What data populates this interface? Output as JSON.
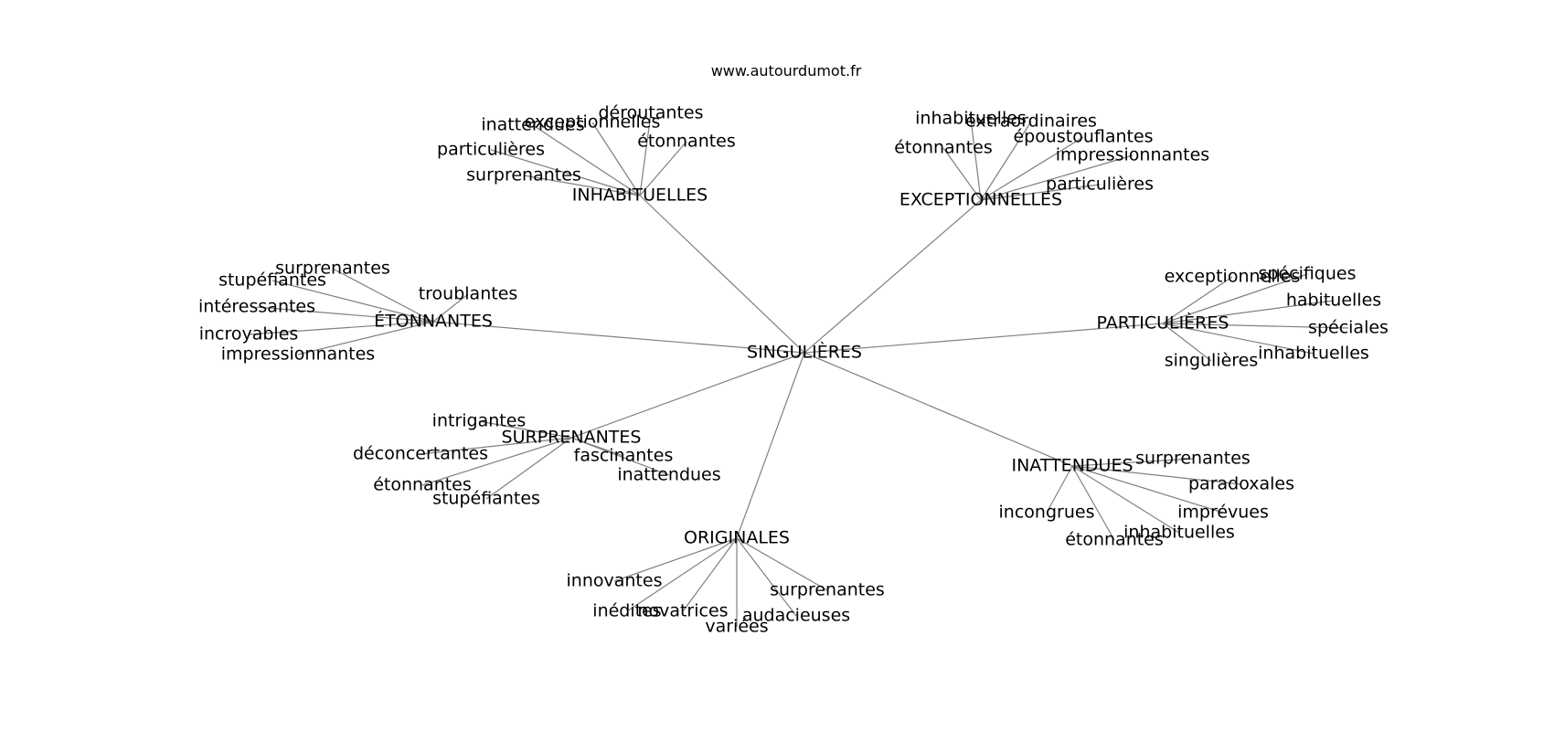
{
  "site": "www.autourdumot.fr",
  "graph": {
    "root": "SINGULIÈRES",
    "groups": [
      {
        "label": "INHABITUELLES",
        "words": [
          "surprenantes",
          "particulières",
          "inattendues",
          "exceptionnelles",
          "déroutantes",
          "étonnantes"
        ]
      },
      {
        "label": "EXCEPTIONNELLES",
        "words": [
          "étonnantes",
          "inhabituelles",
          "extraordinaires",
          "époustouflantes",
          "impressionnantes",
          "particulières"
        ]
      },
      {
        "label": "ÉTONNANTES",
        "words": [
          "surprenantes",
          "stupéfiantes",
          "intéressantes",
          "incroyables",
          "impressionnantes",
          "troublantes"
        ]
      },
      {
        "label": "PARTICULIÈRES",
        "words": [
          "exceptionnelles",
          "spécifiques",
          "habituelles",
          "spéciales",
          "inhabituelles",
          "singulières"
        ]
      },
      {
        "label": "SURPRENANTES",
        "words": [
          "intrigantes",
          "déconcertantes",
          "étonnantes",
          "stupéfiantes",
          "fascinantes",
          "inattendues"
        ]
      },
      {
        "label": "INATTENDUES",
        "words": [
          "surprenantes",
          "paradoxales",
          "imprévues",
          "inhabituelles",
          "étonnantes",
          "incongrues"
        ]
      },
      {
        "label": "ORIGINALES",
        "words": [
          "innovantes",
          "inédites",
          "novatrices",
          "variées",
          "audacieuses",
          "surprenantes"
        ]
      }
    ]
  }
}
